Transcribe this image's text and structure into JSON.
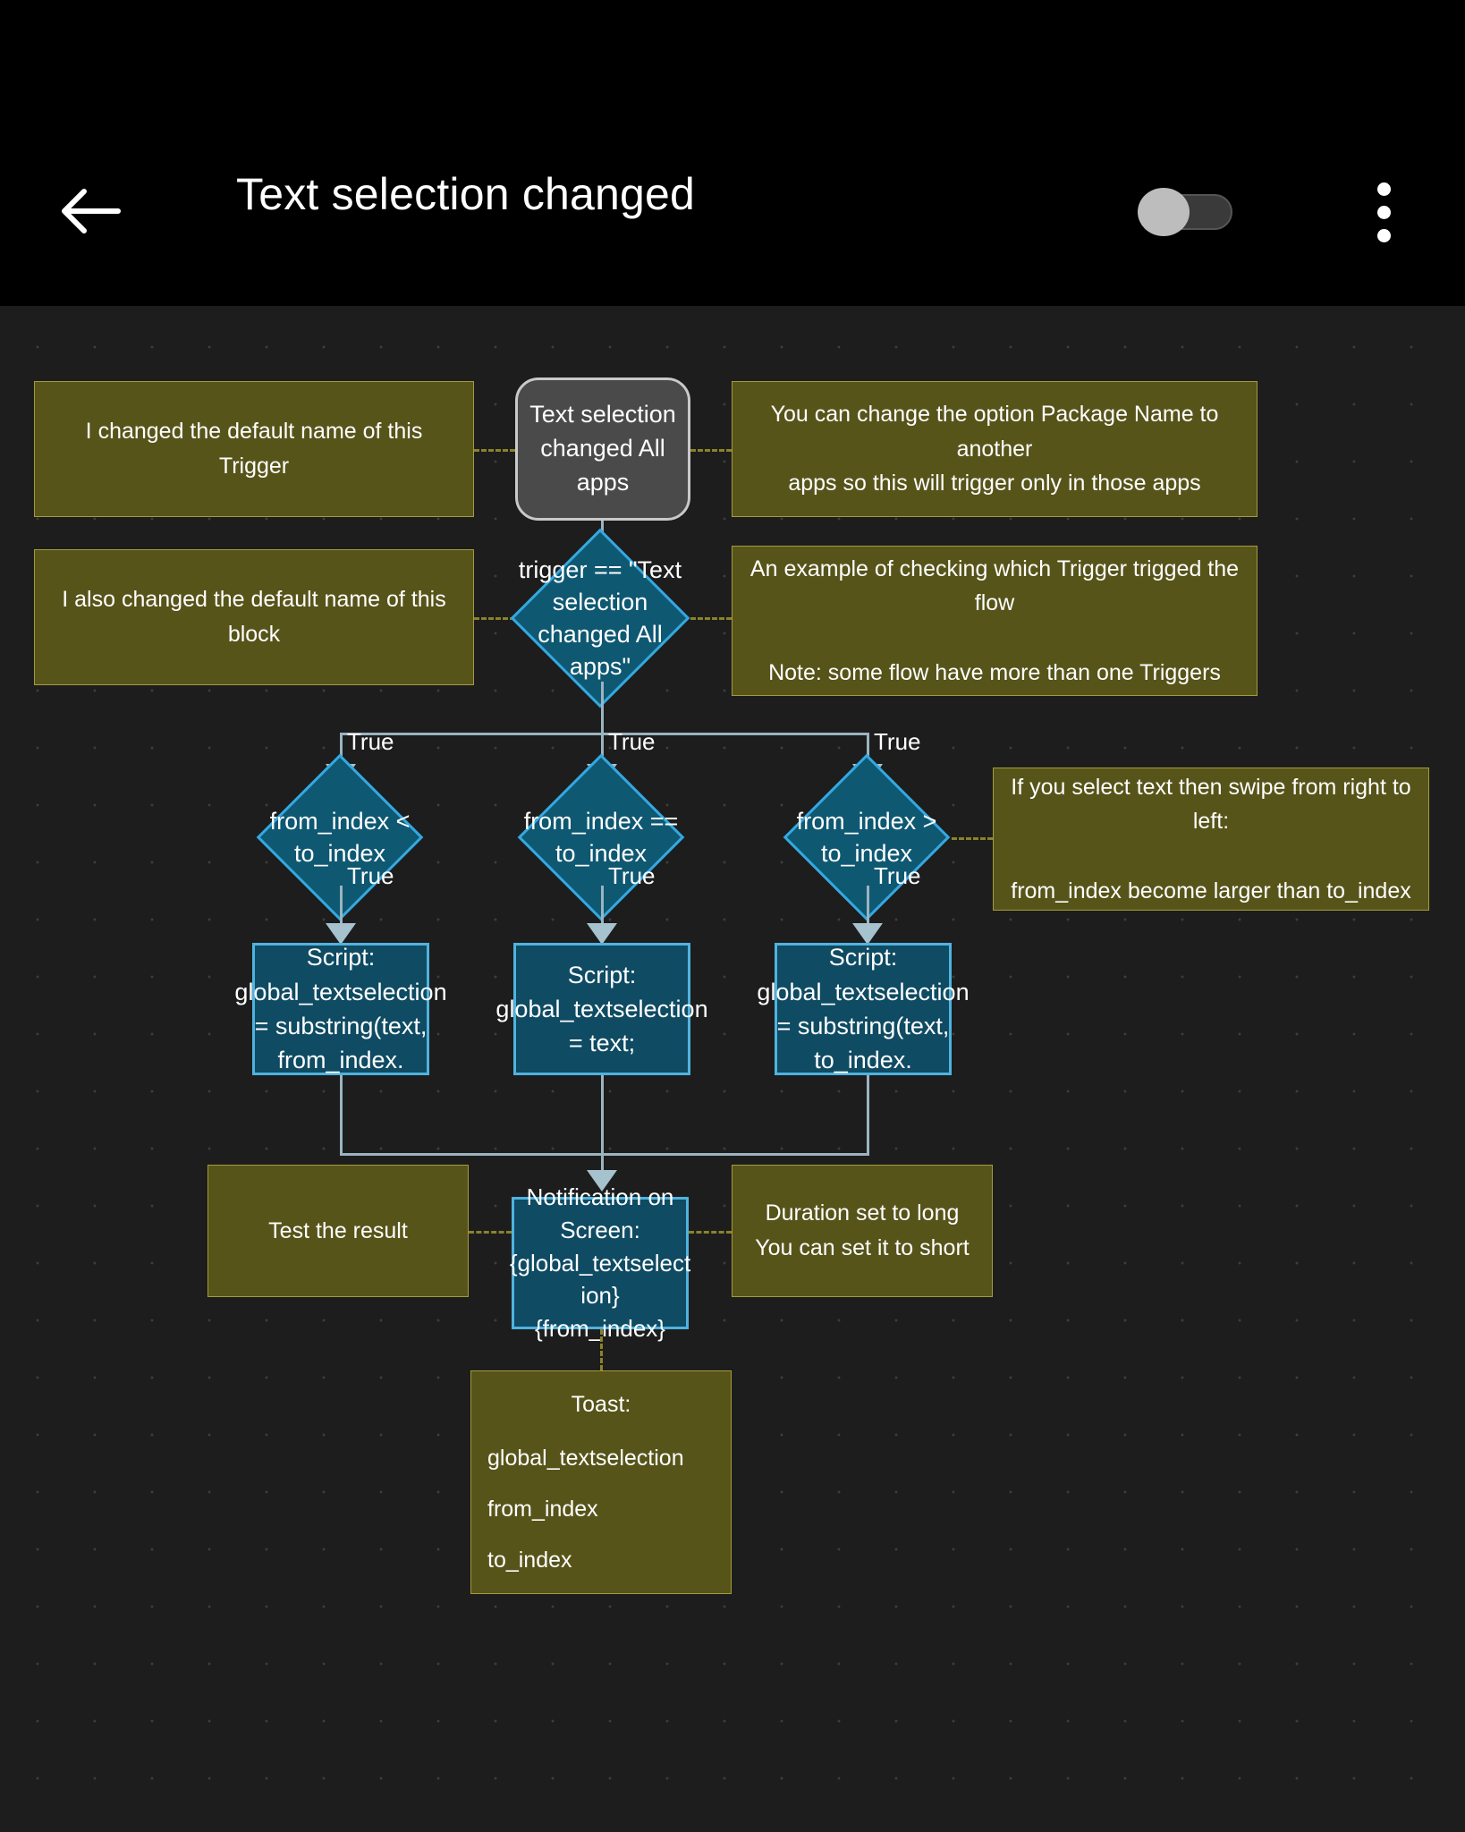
{
  "app_bar": {
    "title": "Text selection changed",
    "back_icon": "arrow-left-icon",
    "toggle_state": "off",
    "overflow_icon": "more-vertical-icon"
  },
  "flow": {
    "notes": {
      "trigger_left": "I changed the default name of this Trigger",
      "trigger_right_line1": "You can change the option Package Name to another",
      "trigger_right_line2": "apps so this will trigger only in those apps",
      "condition_left": "I also changed the default name of this block",
      "condition_right_line1": "An example of checking which Trigger trigged the flow",
      "condition_right_line2": "Note: some flow have more than one Triggers",
      "swipe_note_line1": "If you select text then swipe from right to left:",
      "swipe_note_line2": "from_index become larger than to_index",
      "test_result": "Test the result",
      "duration_line1": "Duration set to long",
      "duration_line2": "You can set it to short"
    },
    "trigger": {
      "line1": "Text selection",
      "line2": "changed All apps"
    },
    "main_condition": "trigger == \"Text selection changed All apps\"",
    "branches": [
      {
        "condition": "from_index < to_index",
        "edge_in": "True",
        "edge_out": "True",
        "action": "Script: global_textselection = substring(text, from_index."
      },
      {
        "condition": "from_index == to_index",
        "edge_in": "True",
        "edge_out": "True",
        "action": "Script: global_textselection = text;"
      },
      {
        "condition": "from_index > to_index",
        "edge_in": "True",
        "edge_out": "True",
        "action": "Script: global_textselection = substring(text, to_index."
      }
    ],
    "notification": {
      "line1": "Notification on",
      "line2": "Screen:",
      "line3": "{global_textselect",
      "line4": "ion}",
      "line5": "{from_index}"
    },
    "toast": {
      "title": "Toast:",
      "item1": "global_textselection",
      "item2": "from_index",
      "item3": "to_index"
    }
  },
  "colors": {
    "note_fill": "#57541a",
    "note_border": "#a39b3c",
    "action_fill": "#0f4b63",
    "action_border": "#4fb3e0",
    "diamond_fill": "#0f5872",
    "diamond_border": "#35a8e0",
    "trigger_fill": "#4a4a4a",
    "trigger_border": "#c9c9c9",
    "canvas_bg": "#1d1d1d",
    "connector": "#9bb4c0"
  }
}
